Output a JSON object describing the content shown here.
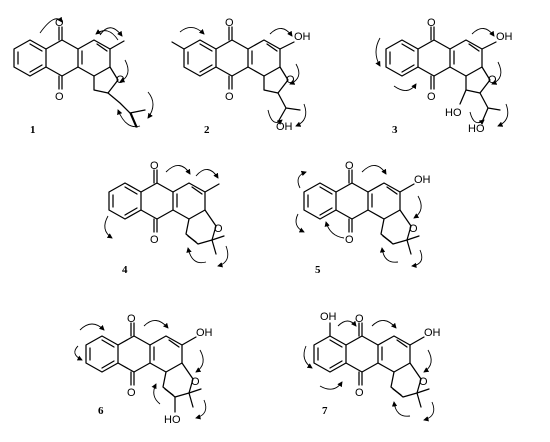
{
  "compounds": [
    {
      "id": "1",
      "label": "1",
      "atoms": {
        "O1": "O",
        "O2": "O",
        "O3": "O"
      }
    },
    {
      "id": "2",
      "label": "2",
      "atoms": {
        "O1": "O",
        "O2": "O",
        "O3": "O",
        "OH1": "OH",
        "OH2": "OH"
      }
    },
    {
      "id": "3",
      "label": "3",
      "atoms": {
        "O1": "O",
        "O2": "O",
        "O3": "O",
        "OH1": "OH",
        "OH2": "HO",
        "OH3": "HO"
      }
    },
    {
      "id": "4",
      "label": "4",
      "atoms": {
        "O1": "O",
        "O2": "O",
        "O3": "O"
      }
    },
    {
      "id": "5",
      "label": "5",
      "atoms": {
        "O1": "O",
        "O2": "O",
        "O3": "O",
        "OH1": "OH"
      }
    },
    {
      "id": "6",
      "label": "6",
      "atoms": {
        "O1": "O",
        "O2": "O",
        "O3": "O",
        "OH1": "OH",
        "OH2": "HO"
      }
    },
    {
      "id": "7",
      "label": "7",
      "atoms": {
        "O1": "O",
        "O2": "O",
        "O3": "O",
        "OH1": "OH",
        "OH2": "OH"
      }
    }
  ]
}
